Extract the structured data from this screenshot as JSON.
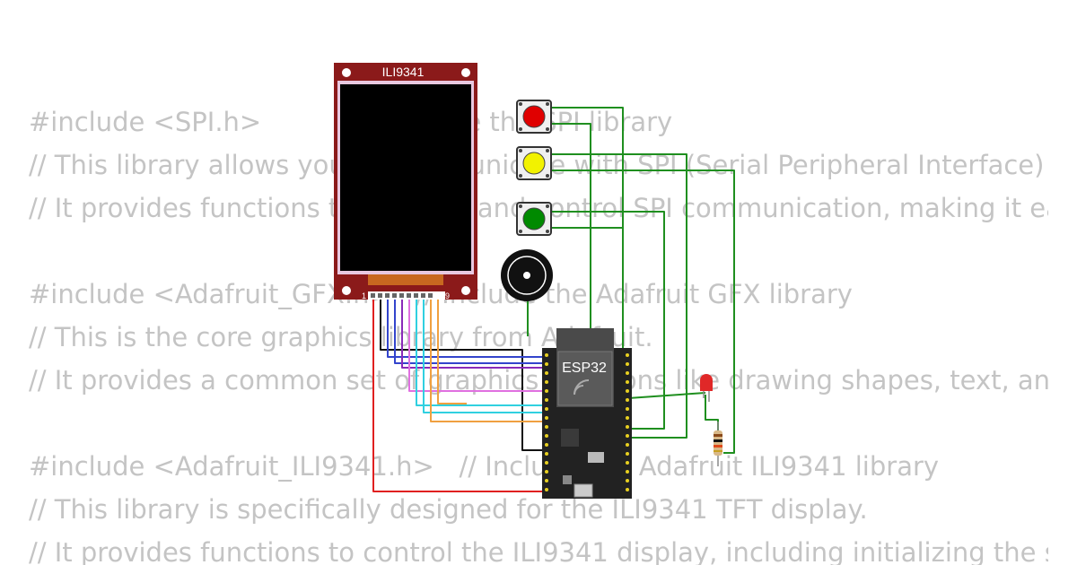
{
  "code_lines": [
    "#include <SPI.h>            // Include the SPI library",
    "// This library allows you to communicate with SPI (Serial Peripheral Interface) devices.",
    "// It provides functions to manage and control SPI communication, making it easier to interface.",
    "",
    "#include <Adafruit_GFX.h>   // Include the Adafruit GFX library",
    "// This is the core graphics library from Adafruit.",
    "// It provides a common set of graphics functions like drawing shapes, text, and images.",
    "",
    "#include <Adafruit_ILI9341.h>   // Include the Adafruit ILI9341 library",
    "// This library is specifically designed for the ILI9341 TFT display.",
    "// It provides functions to control the ILI9341 display, including initializing the screen."
  ],
  "display": {
    "label": "ILI9341",
    "pin_first": "1",
    "pin_last": "9"
  },
  "mcu": {
    "label": "ESP32"
  },
  "colors": {
    "display_pcb": "#8b1a1a",
    "display_screen": "#000000",
    "display_connector": "#c86820",
    "button_red": "#e00000",
    "button_yellow": "#f2f200",
    "button_green": "#008a00",
    "wire_green": "#1f8f1f",
    "wire_red": "#e02020",
    "wire_black": "#111111",
    "wire_blue": "#3344cc",
    "wire_purple": "#8a2ab8",
    "wire_magenta": "#e070e0",
    "wire_cyan": "#30d0e0",
    "wire_orange": "#f0a040",
    "board": "#222222",
    "led": "#e02828"
  },
  "icons": {
    "buttons": "pushbutton-icon",
    "buzzer": "buzzer-icon",
    "led": "led-icon",
    "resistor": "resistor-icon"
  }
}
